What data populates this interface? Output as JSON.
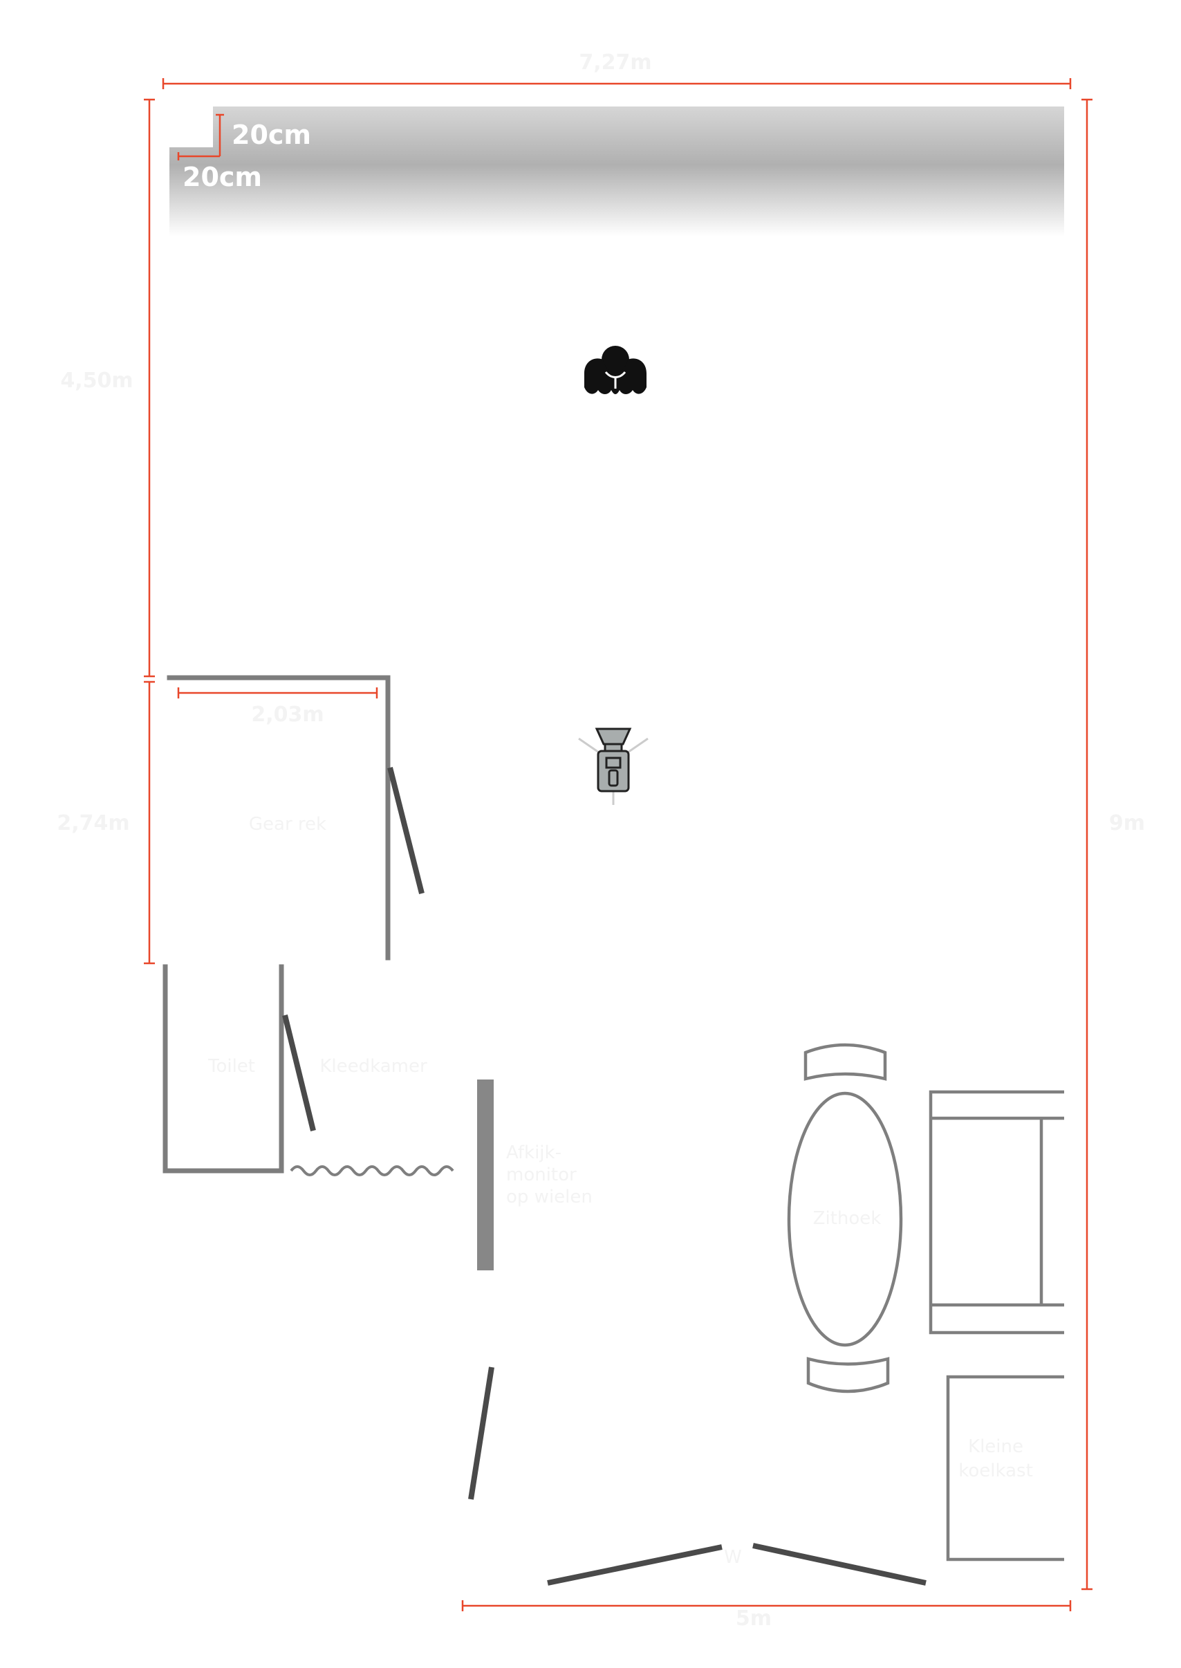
{
  "dimensions": {
    "top_width": "7,27m",
    "left_upper_height": "4,50m",
    "left_lower_height": "2,74m",
    "right_height": "9m",
    "bottom_width": "5m",
    "room_width": "2,03m",
    "backdrop_depth_1": "20cm",
    "backdrop_depth_2": "20cm",
    "door_mark": "W"
  },
  "labels": {
    "gear_rack": "Gear rek",
    "toilet": "Toilet",
    "dressing_room": "Kleedkamer",
    "monitor": [
      "Afkijk-",
      "monitor",
      "op wielen"
    ],
    "seating": "Zithoek",
    "fridge": [
      "Kleine",
      "koelkast"
    ]
  },
  "icons": {
    "subject": "person-icon",
    "camera": "camera-icon"
  },
  "colors": {
    "dimension_line": "#e8472a",
    "wall": "#7d7d7d",
    "door": "#4a4a4a",
    "backdrop": "#b0b0b0"
  }
}
